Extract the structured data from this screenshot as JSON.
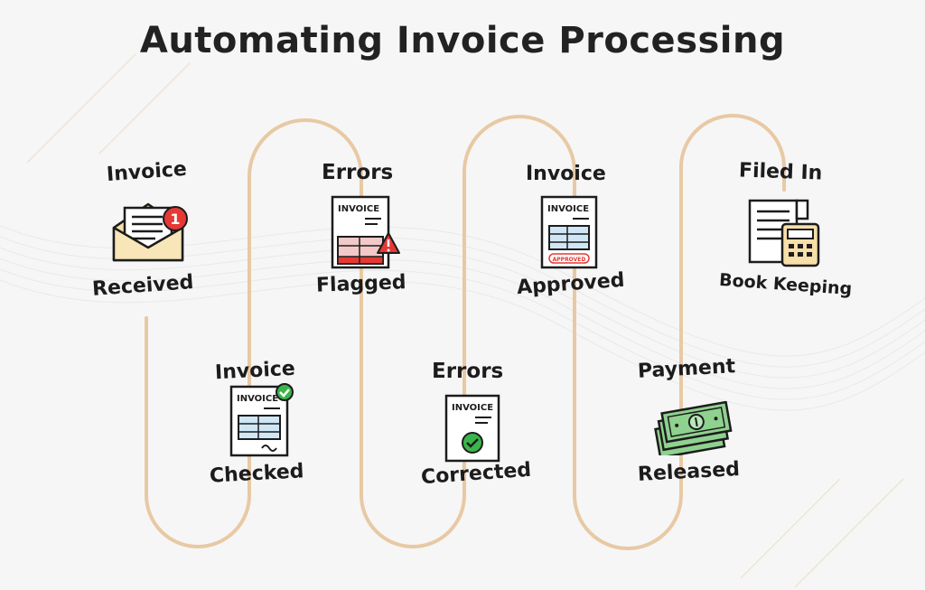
{
  "title": "Automating Invoice Processing",
  "colors": {
    "path": "#e8c9a4",
    "text": "#1c1c1c",
    "accent_red": "#e53935",
    "accent_green": "#3bb54a",
    "table_blue": "#cfe6f5",
    "money_green": "#8fd18f",
    "background": "#f6f6f6"
  },
  "steps": [
    {
      "top": "Invoice",
      "bottom": "Received",
      "icon": "envelope-notification-icon",
      "badge": "1"
    },
    {
      "top": "Invoice",
      "bottom": "Checked",
      "icon": "invoice-checked-icon",
      "doc_label": "INVOICE"
    },
    {
      "top": "Errors",
      "bottom": "Flagged",
      "icon": "invoice-error-icon",
      "doc_label": "INVOICE"
    },
    {
      "top": "Errors",
      "bottom": "Corrected",
      "icon": "invoice-corrected-icon",
      "doc_label": "INVOICE"
    },
    {
      "top": "Invoice",
      "bottom": "Approved",
      "icon": "invoice-approved-icon",
      "doc_label": "INVOICE",
      "stamp": "APPROVED"
    },
    {
      "top": "Payment",
      "bottom": "Released",
      "icon": "cash-icon"
    },
    {
      "top": "Filed In",
      "bottom": "Book Keeping",
      "icon": "document-calculator-icon"
    }
  ]
}
